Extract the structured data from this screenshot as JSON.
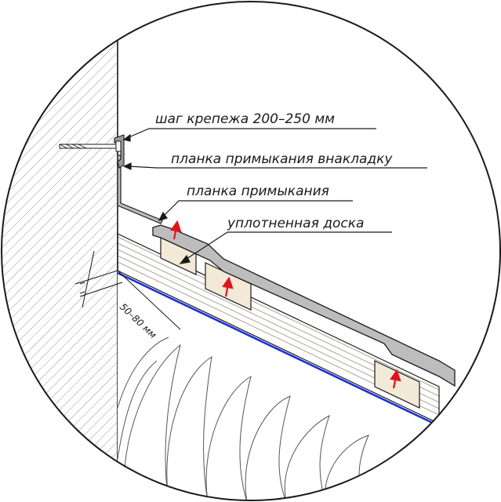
{
  "labels": {
    "fastening_pitch": "шаг крепежа 200–250 мм",
    "overlay_flashing": "планка примыкания внакладку",
    "flashing": "планка примыкания",
    "thick_board": "уплотненная доска"
  },
  "dimension": {
    "text": "50–80 мм"
  },
  "colors": {
    "membrane": "#1c2fd6",
    "fastener_arrow": "#e0141e",
    "metal_roof": "#bdbdbd",
    "lines": "#1a1a1a"
  }
}
